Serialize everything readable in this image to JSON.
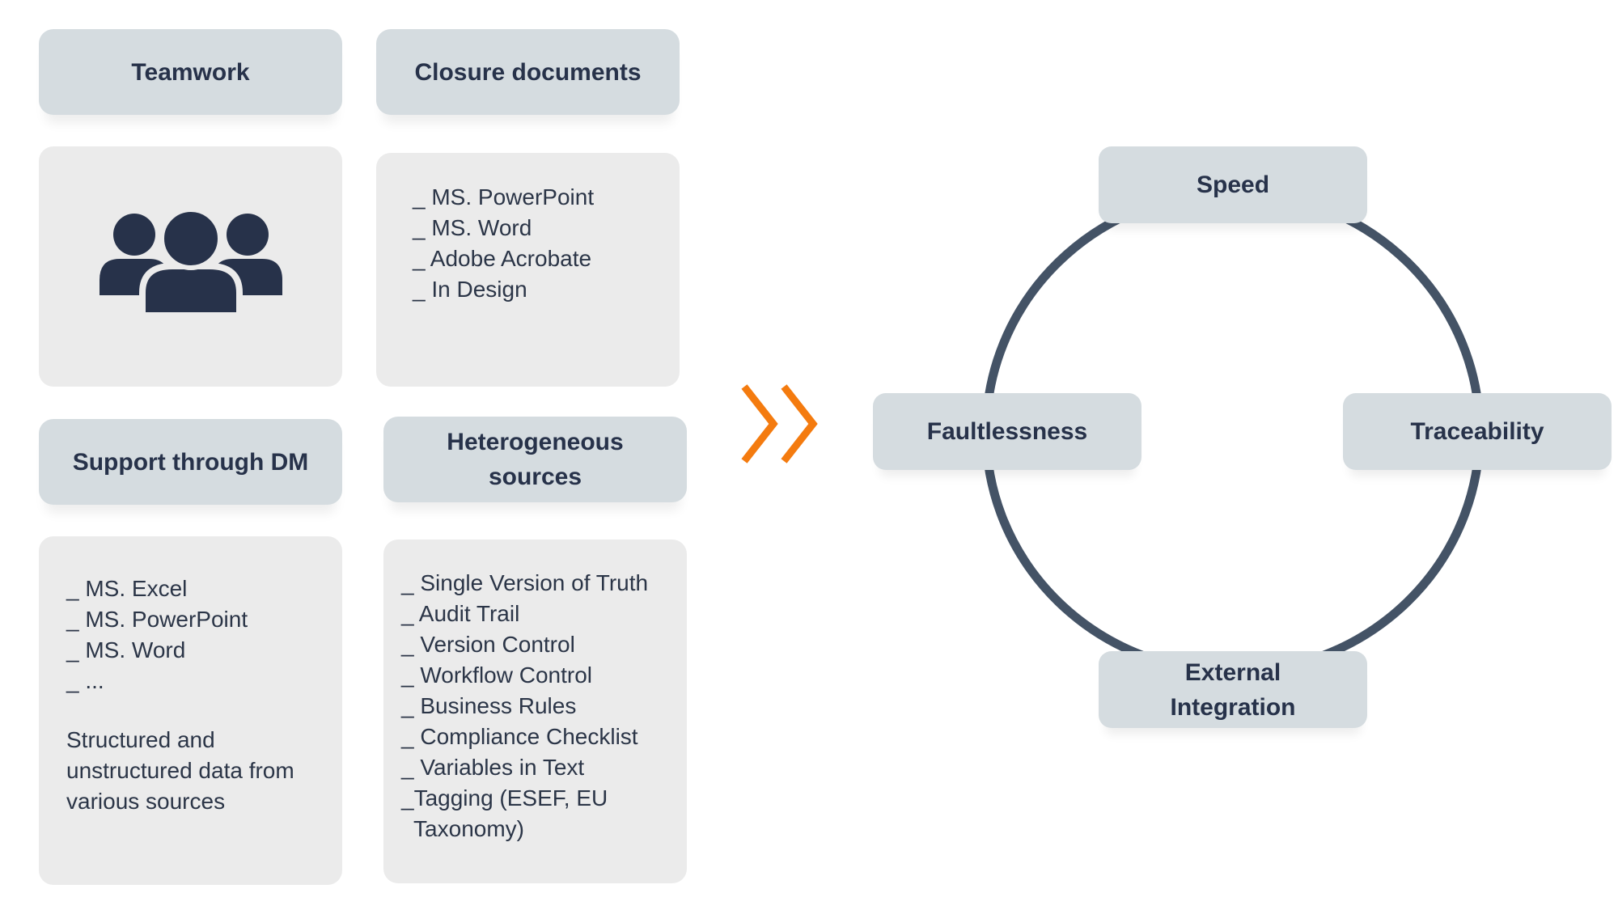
{
  "quadrants": {
    "teamwork": {
      "title": "Teamwork",
      "icon": "team-icon"
    },
    "closure_documents": {
      "title": "Closure documents",
      "items": [
        "_ MS. PowerPoint",
        "_ MS. Word",
        "_ Adobe Acrobate",
        "_ In Design"
      ]
    },
    "support_dm": {
      "title": "Support through DM",
      "items": [
        "_ MS. Excel",
        "_ MS. PowerPoint",
        "_ MS. Word",
        "_ ..."
      ],
      "note_lines": [
        "Structured and",
        "unstructured data from",
        "various sources"
      ]
    },
    "heterogeneous_sources": {
      "title_lines": [
        "Heterogeneous",
        "sources"
      ],
      "items": [
        "_ Single Version of Truth",
        "_ Audit Trail",
        "_ Version Control",
        "_ Workflow Control",
        "_ Business Rules",
        "_ Compliance Checklist",
        "_ Variables in Text",
        "_Tagging (ESEF, EU",
        "  Taxonomy)"
      ]
    }
  },
  "arrow": {
    "icon": "double-chevron-right-icon",
    "color": "#f47b0f"
  },
  "cycle": {
    "ring_color": "#445366",
    "nodes": {
      "top": "Speed",
      "left": "Faultlessness",
      "right": "Traceability",
      "bottom_lines": [
        "External",
        "Integration"
      ]
    }
  },
  "colors": {
    "header_fill": "#d5dce0",
    "content_fill": "#ebebeb",
    "text": "#27324a"
  }
}
